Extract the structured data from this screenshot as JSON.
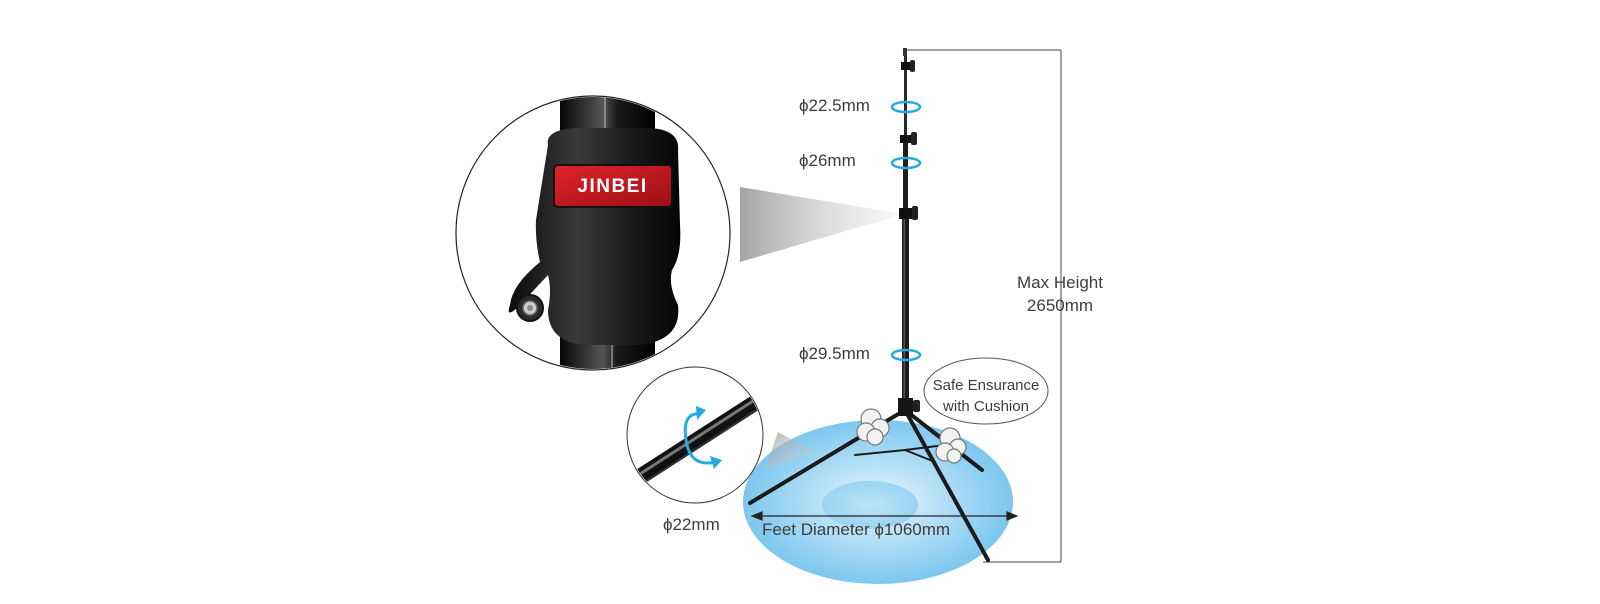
{
  "brand": "JINBEI",
  "measurements": {
    "section1_diameter": "ϕ22.5mm",
    "section2_diameter": "ϕ26mm",
    "section3_diameter": "ϕ29.5mm",
    "leg_diameter": "ϕ22mm",
    "max_height_line1": "Max Height",
    "max_height_line2": "2650mm",
    "feet_diameter": "Feet Diameter ϕ1060mm"
  },
  "callout": {
    "line1": "Safe Ensurance",
    "line2": "with Cushion"
  },
  "colors": {
    "brand_red": "#c8161c",
    "accent_blue": "#2aa9e0",
    "stand_black": "#1b1b1b",
    "floor_blue": "#8fd0f2"
  },
  "icons": [
    "rotate-arrow-icon",
    "cushion-icon"
  ]
}
